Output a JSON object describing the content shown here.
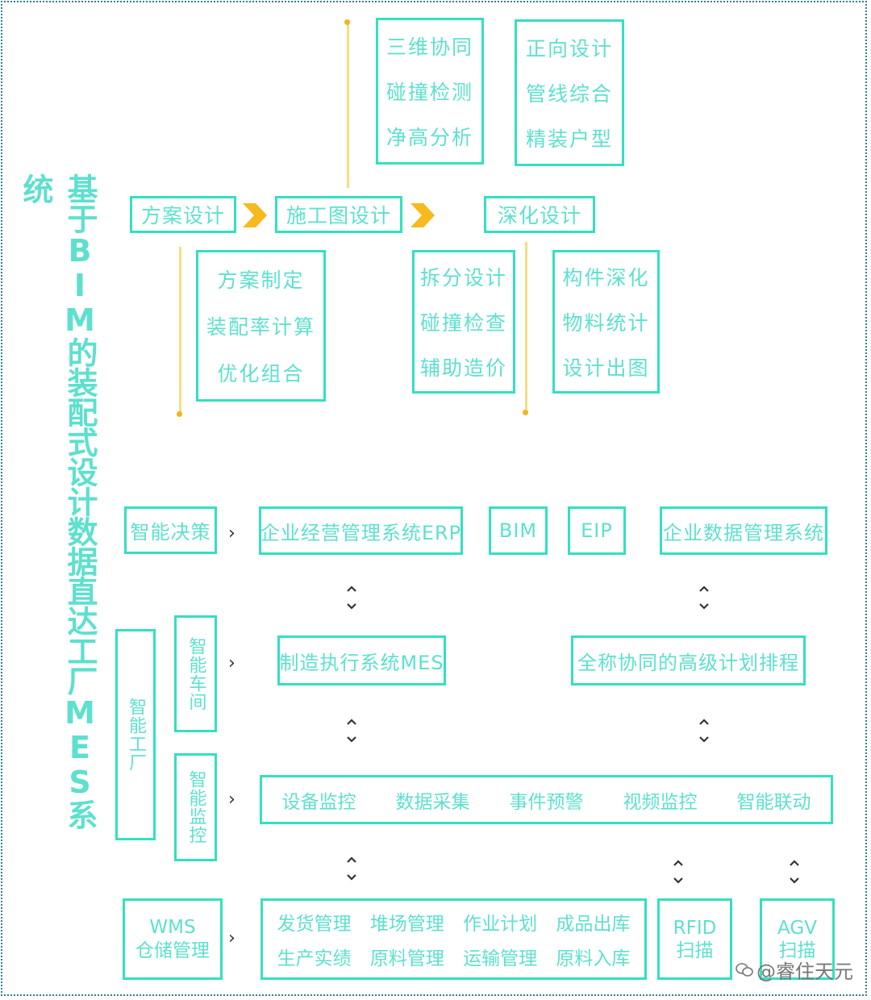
{
  "title": "基于BIM的装配式设计数据直达工厂MES系统",
  "design_flow": {
    "stages": [
      "方案设计",
      "施工图设计",
      "深化设计"
    ],
    "scheme_items": [
      "方案制定",
      "装配率计算",
      "优化组合"
    ],
    "construction_items_a": [
      "三维协同",
      "碰撞检测",
      "净高分析"
    ],
    "construction_items_b": [
      "正向设计",
      "管线综合",
      "精装户型"
    ],
    "deepen_items_a": [
      "拆分设计",
      "碰撞检查",
      "辅助造价"
    ],
    "deepen_items_b": [
      "构件深化",
      "物料统计",
      "设计出图"
    ]
  },
  "decision": {
    "label": "智能决策",
    "systems": [
      "企业经营管理系统ERP",
      "BIM",
      "EIP",
      "企业数据管理系统"
    ]
  },
  "factory": {
    "label": "智能工厂",
    "workshop": {
      "label": "智能车间",
      "systems": [
        "制造执行系统MES",
        "全称协同的高级计划排程"
      ]
    },
    "monitor": {
      "label": "智能监控",
      "items": [
        "设备监控",
        "数据采集",
        "事件预警",
        "视频监控",
        "智能联动"
      ]
    }
  },
  "warehouse": {
    "label_line1": "WMS",
    "label_line2": "仓储管理",
    "items": [
      "发货管理",
      "堆场管理",
      "作业计划",
      "成品出库",
      "生产实绩",
      "原料管理",
      "运输管理",
      "原料入库"
    ],
    "rfid_line1": "RFID",
    "rfid_line2": "扫描",
    "agv_line1": "AGV",
    "agv_line2": "扫描"
  },
  "watermark": "@睿住天元",
  "colors": {
    "box_border": "#33e0c0",
    "text": "#5ee0ce",
    "flow_arrow": "#f7b91c",
    "connector_line": "#f6dd82",
    "frame": "#2e7f95"
  }
}
